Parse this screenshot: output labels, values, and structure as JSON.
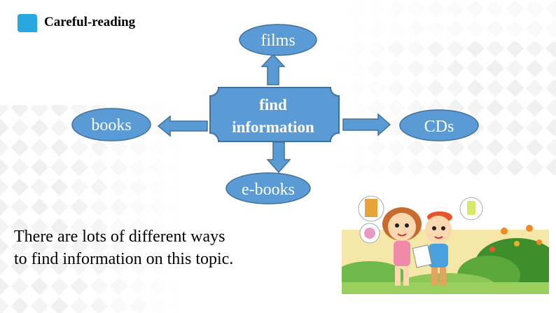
{
  "header": {
    "title": "Careful-reading",
    "icon": "speech-bubble-icon",
    "accent": "#29a7e1"
  },
  "diagram": {
    "center": {
      "line1": "find",
      "line2": "information"
    },
    "nodes": {
      "top": "films",
      "left": "books",
      "right": "CDs",
      "bottom": "e-books"
    },
    "colors": {
      "fill": "#5b9bd5",
      "border": "#41719c",
      "text": "#ffffff"
    }
  },
  "caption": {
    "line1": "There are lots of different ways",
    "line2": "to find information on this topic."
  },
  "illustration": {
    "description_icon": "children-reading-illustration"
  }
}
